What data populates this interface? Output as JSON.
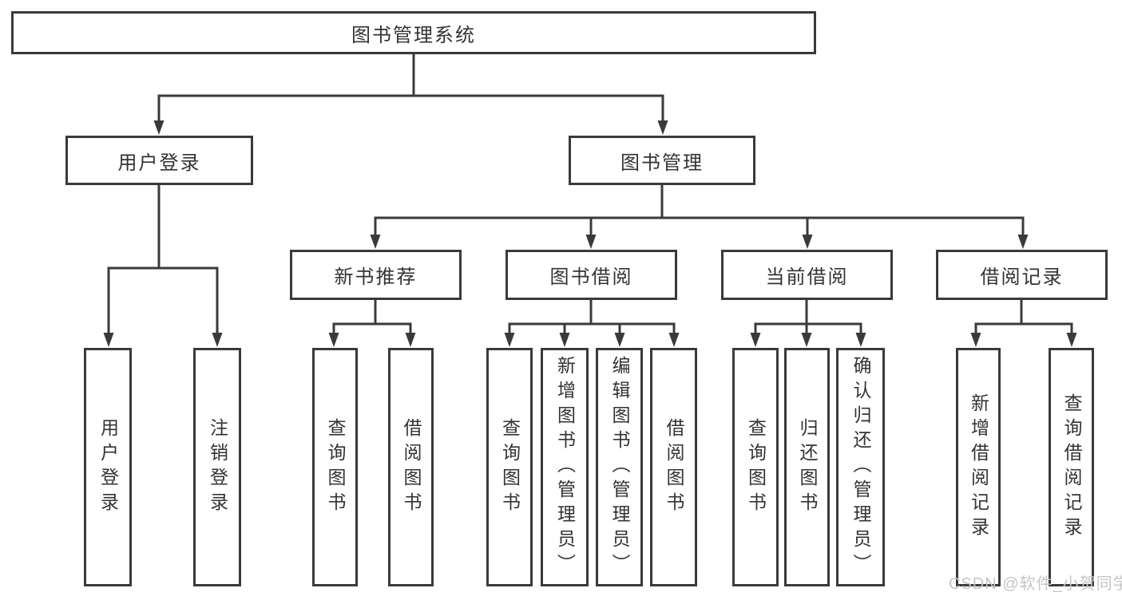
{
  "page": {
    "background_color": "#ffffff",
    "line_color": "#3a3a3a",
    "text_color": "#333333"
  },
  "diagram": {
    "nodes": {
      "root": {
        "label": "图书管理系统"
      },
      "user_login": {
        "label": "用户登录"
      },
      "book_mgmt": {
        "label": "图书管理"
      },
      "new_book_rec": {
        "label": "新书推荐"
      },
      "book_borrow": {
        "label": "图书借阅"
      },
      "current_borrow": {
        "label": "当前借阅"
      },
      "borrow_records": {
        "label": "借阅记录"
      },
      "leaf_user_login": {
        "label": "用户登录"
      },
      "leaf_logout": {
        "label": "注销登录"
      },
      "leaf_nbr_query": {
        "label": "查询图书"
      },
      "leaf_nbr_borrow": {
        "label": "借阅图书"
      },
      "leaf_bb_query": {
        "label": "查询图书"
      },
      "leaf_bb_add": {
        "label": "新增图书（管理员）"
      },
      "leaf_bb_edit": {
        "label": "编辑图书（管理员）"
      },
      "leaf_bb_borrow": {
        "label": "借阅图书"
      },
      "leaf_cb_query": {
        "label": "查询图书"
      },
      "leaf_cb_return": {
        "label": "归还图书"
      },
      "leaf_cb_confirm": {
        "label": "确认归还（管理员）"
      },
      "leaf_br_add": {
        "label": "新增借阅记录"
      },
      "leaf_br_query": {
        "label": "查询借阅记录"
      }
    }
  },
  "watermark": {
    "text": "CSDN @软件_小贺同学",
    "color": "#c6c6c6"
  }
}
